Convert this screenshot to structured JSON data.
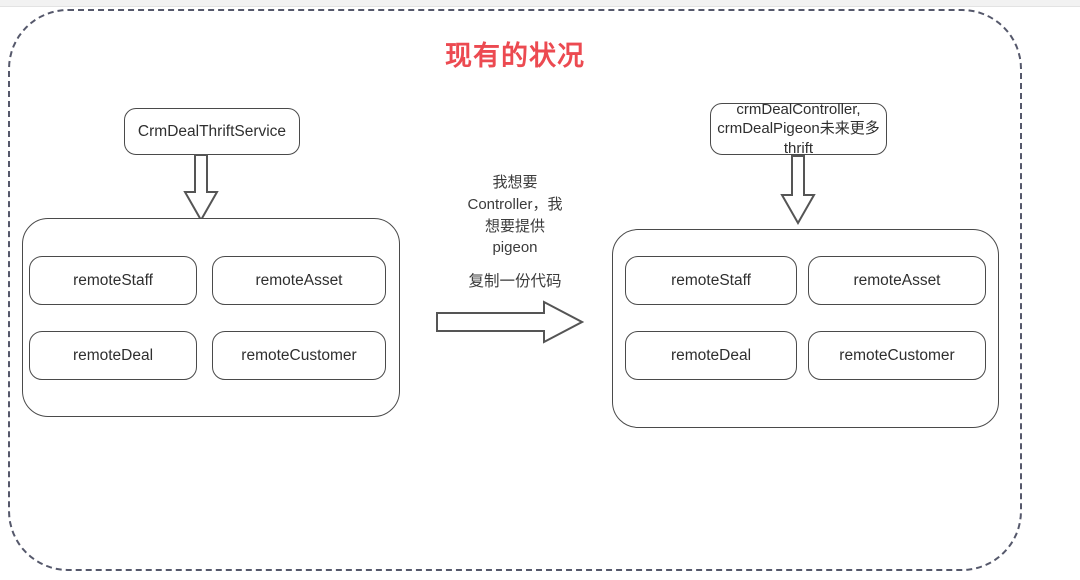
{
  "page": {
    "title": "现有的状况",
    "title_color": "#ec4a51",
    "background": "#ffffff",
    "frame_style": "dashed-rounded",
    "frame_color": "#55586b"
  },
  "left": {
    "top_box": {
      "label": "CrmDealThriftService"
    },
    "arrow": {
      "name": "down-block-arrow",
      "direction": "down"
    },
    "group": {
      "services": [
        {
          "label": "remoteStaff"
        },
        {
          "label": "remoteAsset"
        },
        {
          "label": "remoteDeal"
        },
        {
          "label": "remoteCustomer"
        }
      ]
    }
  },
  "middle": {
    "note_top": "我想要\nController，我\n想要提供\npigeon",
    "note_top_lines": [
      "我想要",
      "Controller，我",
      "想要提供",
      "pigeon"
    ],
    "note_bottom": "复制一份代码",
    "arrow": {
      "name": "right-block-arrow",
      "direction": "right"
    }
  },
  "right": {
    "top_box": {
      "label": "crmDealController,\ncrmDealPigeon未来更多\nthrift",
      "lines": [
        "crmDealController,",
        "crmDealPigeon未来更多",
        "thrift"
      ]
    },
    "arrow": {
      "name": "down-block-arrow",
      "direction": "down"
    },
    "group": {
      "services": [
        {
          "label": "remoteStaff"
        },
        {
          "label": "remoteAsset"
        },
        {
          "label": "remoteDeal"
        },
        {
          "label": "remoteCustomer"
        }
      ]
    }
  }
}
